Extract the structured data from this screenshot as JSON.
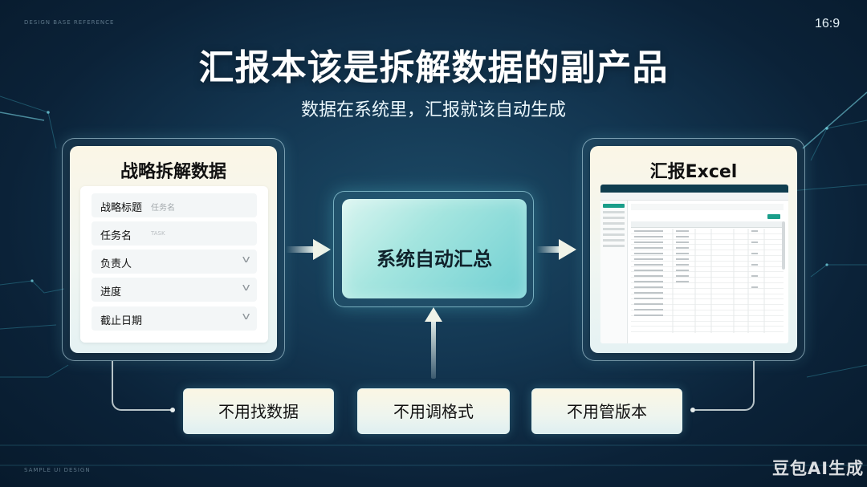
{
  "corner": {
    "top_left": "DESIGN BASE REFERENCE",
    "ratio": "16:9",
    "bottom_left": "SAMPLE UI DESIGN"
  },
  "header": {
    "title": "汇报本该是拆解数据的副产品",
    "subtitle": "数据在系统里，汇报就该自动生成"
  },
  "left_panel": {
    "title": "战略拆解数据",
    "fields": [
      {
        "label": "战略标题",
        "placeholder": "任务名",
        "type": "text"
      },
      {
        "label": "任务名",
        "placeholder": "TASK",
        "type": "text"
      },
      {
        "label": "负责人",
        "placeholder": "",
        "type": "select"
      },
      {
        "label": "进度",
        "placeholder": "",
        "type": "select"
      },
      {
        "label": "截止日期",
        "placeholder": "",
        "type": "select"
      }
    ]
  },
  "center": {
    "label": "系统自动汇总"
  },
  "right_panel": {
    "title": "汇报Excel"
  },
  "benefits": [
    "不用找数据",
    "不用调格式",
    "不用管版本"
  ],
  "watermark": "豆包AI生成",
  "colors": {
    "background": "#0b2238",
    "panel": "#f4f5ee",
    "center_accent": "#6fcfd2",
    "excel_header": "#0f3d4f",
    "excel_accent": "#1a9e8a"
  }
}
